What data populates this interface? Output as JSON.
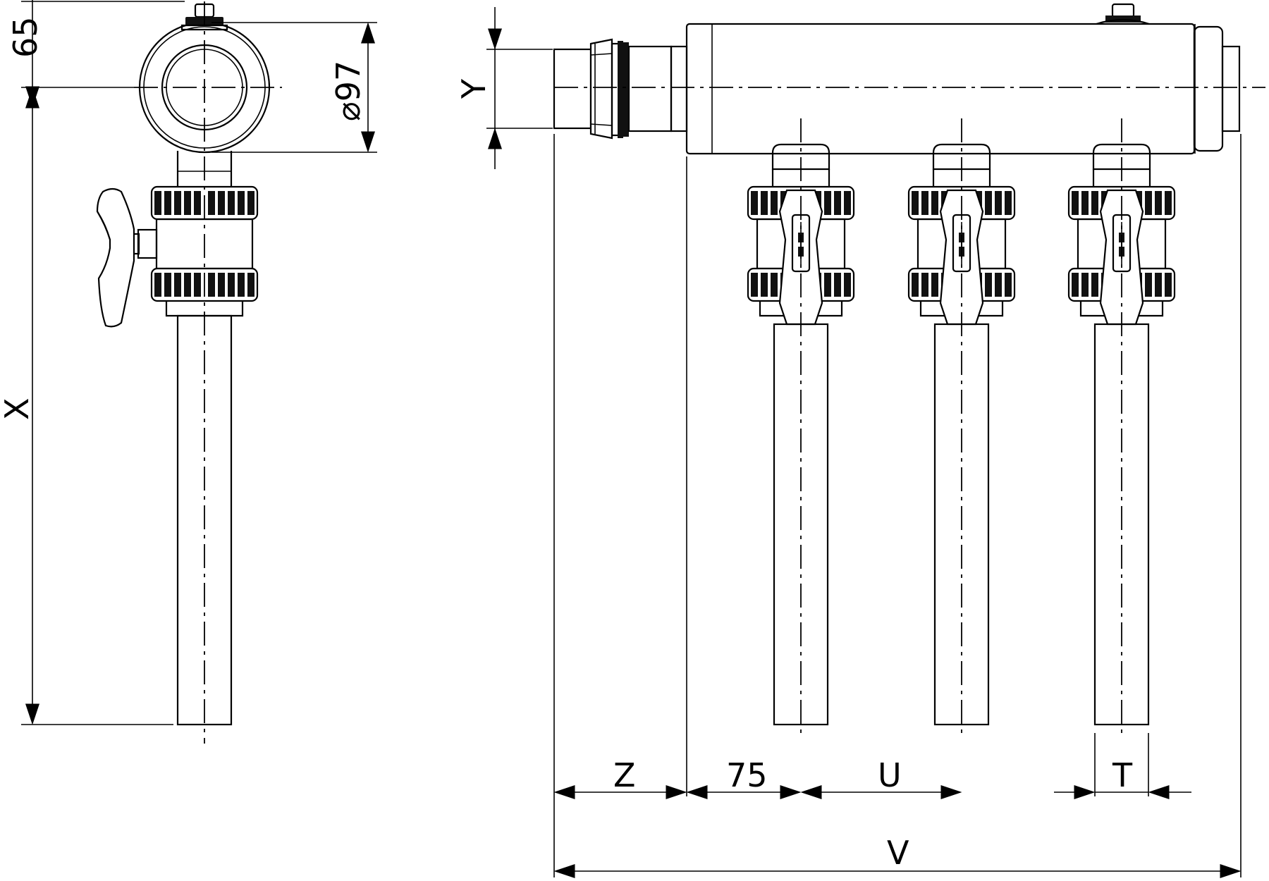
{
  "labels": {
    "dim_65": "65",
    "dim_diameter": "⌀97",
    "dim_x": "X",
    "dim_y": "Y",
    "dim_z": "Z",
    "dim_75": "75",
    "dim_u": "U",
    "dim_t": "T",
    "dim_v": "V"
  },
  "colors": {
    "line": "#000000",
    "background": "#ffffff"
  }
}
